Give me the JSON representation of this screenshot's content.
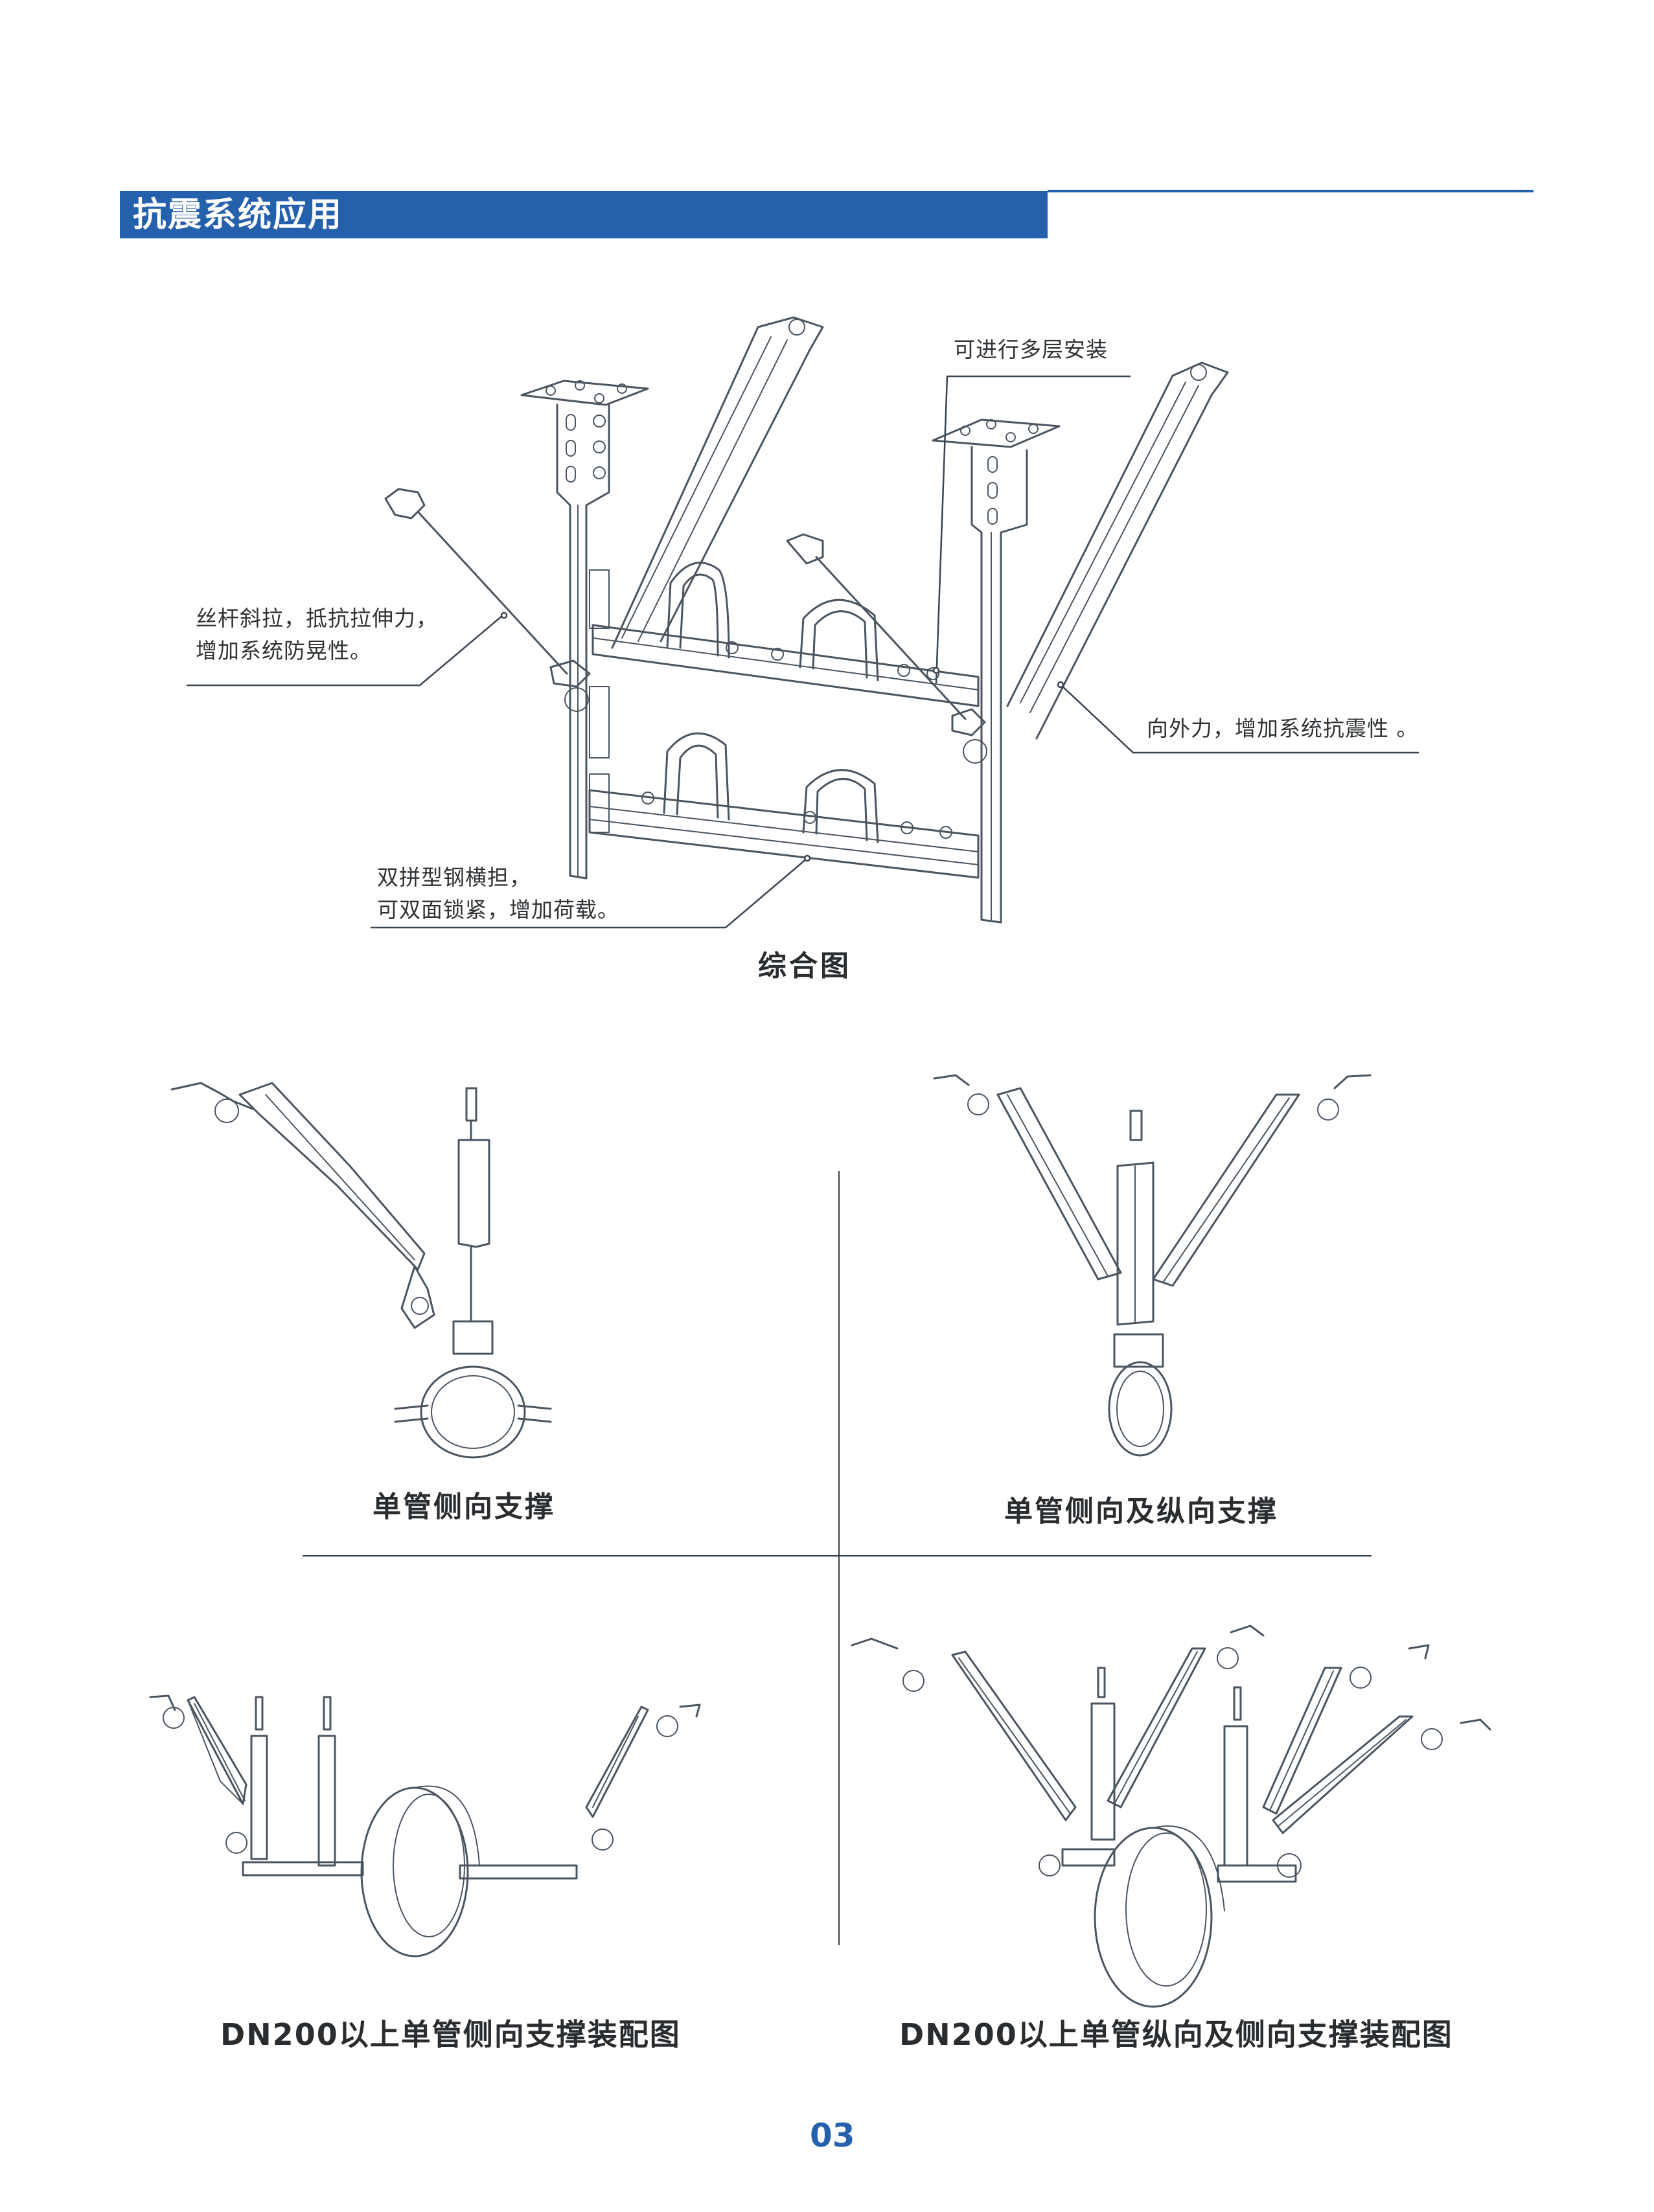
{
  "header": {
    "title": "抗震系统应用",
    "accent_color": "#2560ad"
  },
  "overview": {
    "caption": "综合图",
    "callouts": {
      "multi_layer": "可进行多层安装",
      "rod_bracing_line1": "丝杆斜拉，抵抗拉伸力，",
      "rod_bracing_line2": "增加系统防晃性。",
      "outward_force": "向外力，增加系统抗震性 。",
      "double_channel_line1": "双拼型钢横担，",
      "double_channel_line2": "可双面锁紧，增加荷载。"
    }
  },
  "figures": [
    {
      "caption": "单管侧向支撑"
    },
    {
      "caption": "单管侧向及纵向支撑"
    },
    {
      "caption": "DN200以上单管侧向支撑装配图"
    },
    {
      "caption": "DN200以上单管纵向及侧向支撑装配图"
    }
  ],
  "page_number": "03"
}
